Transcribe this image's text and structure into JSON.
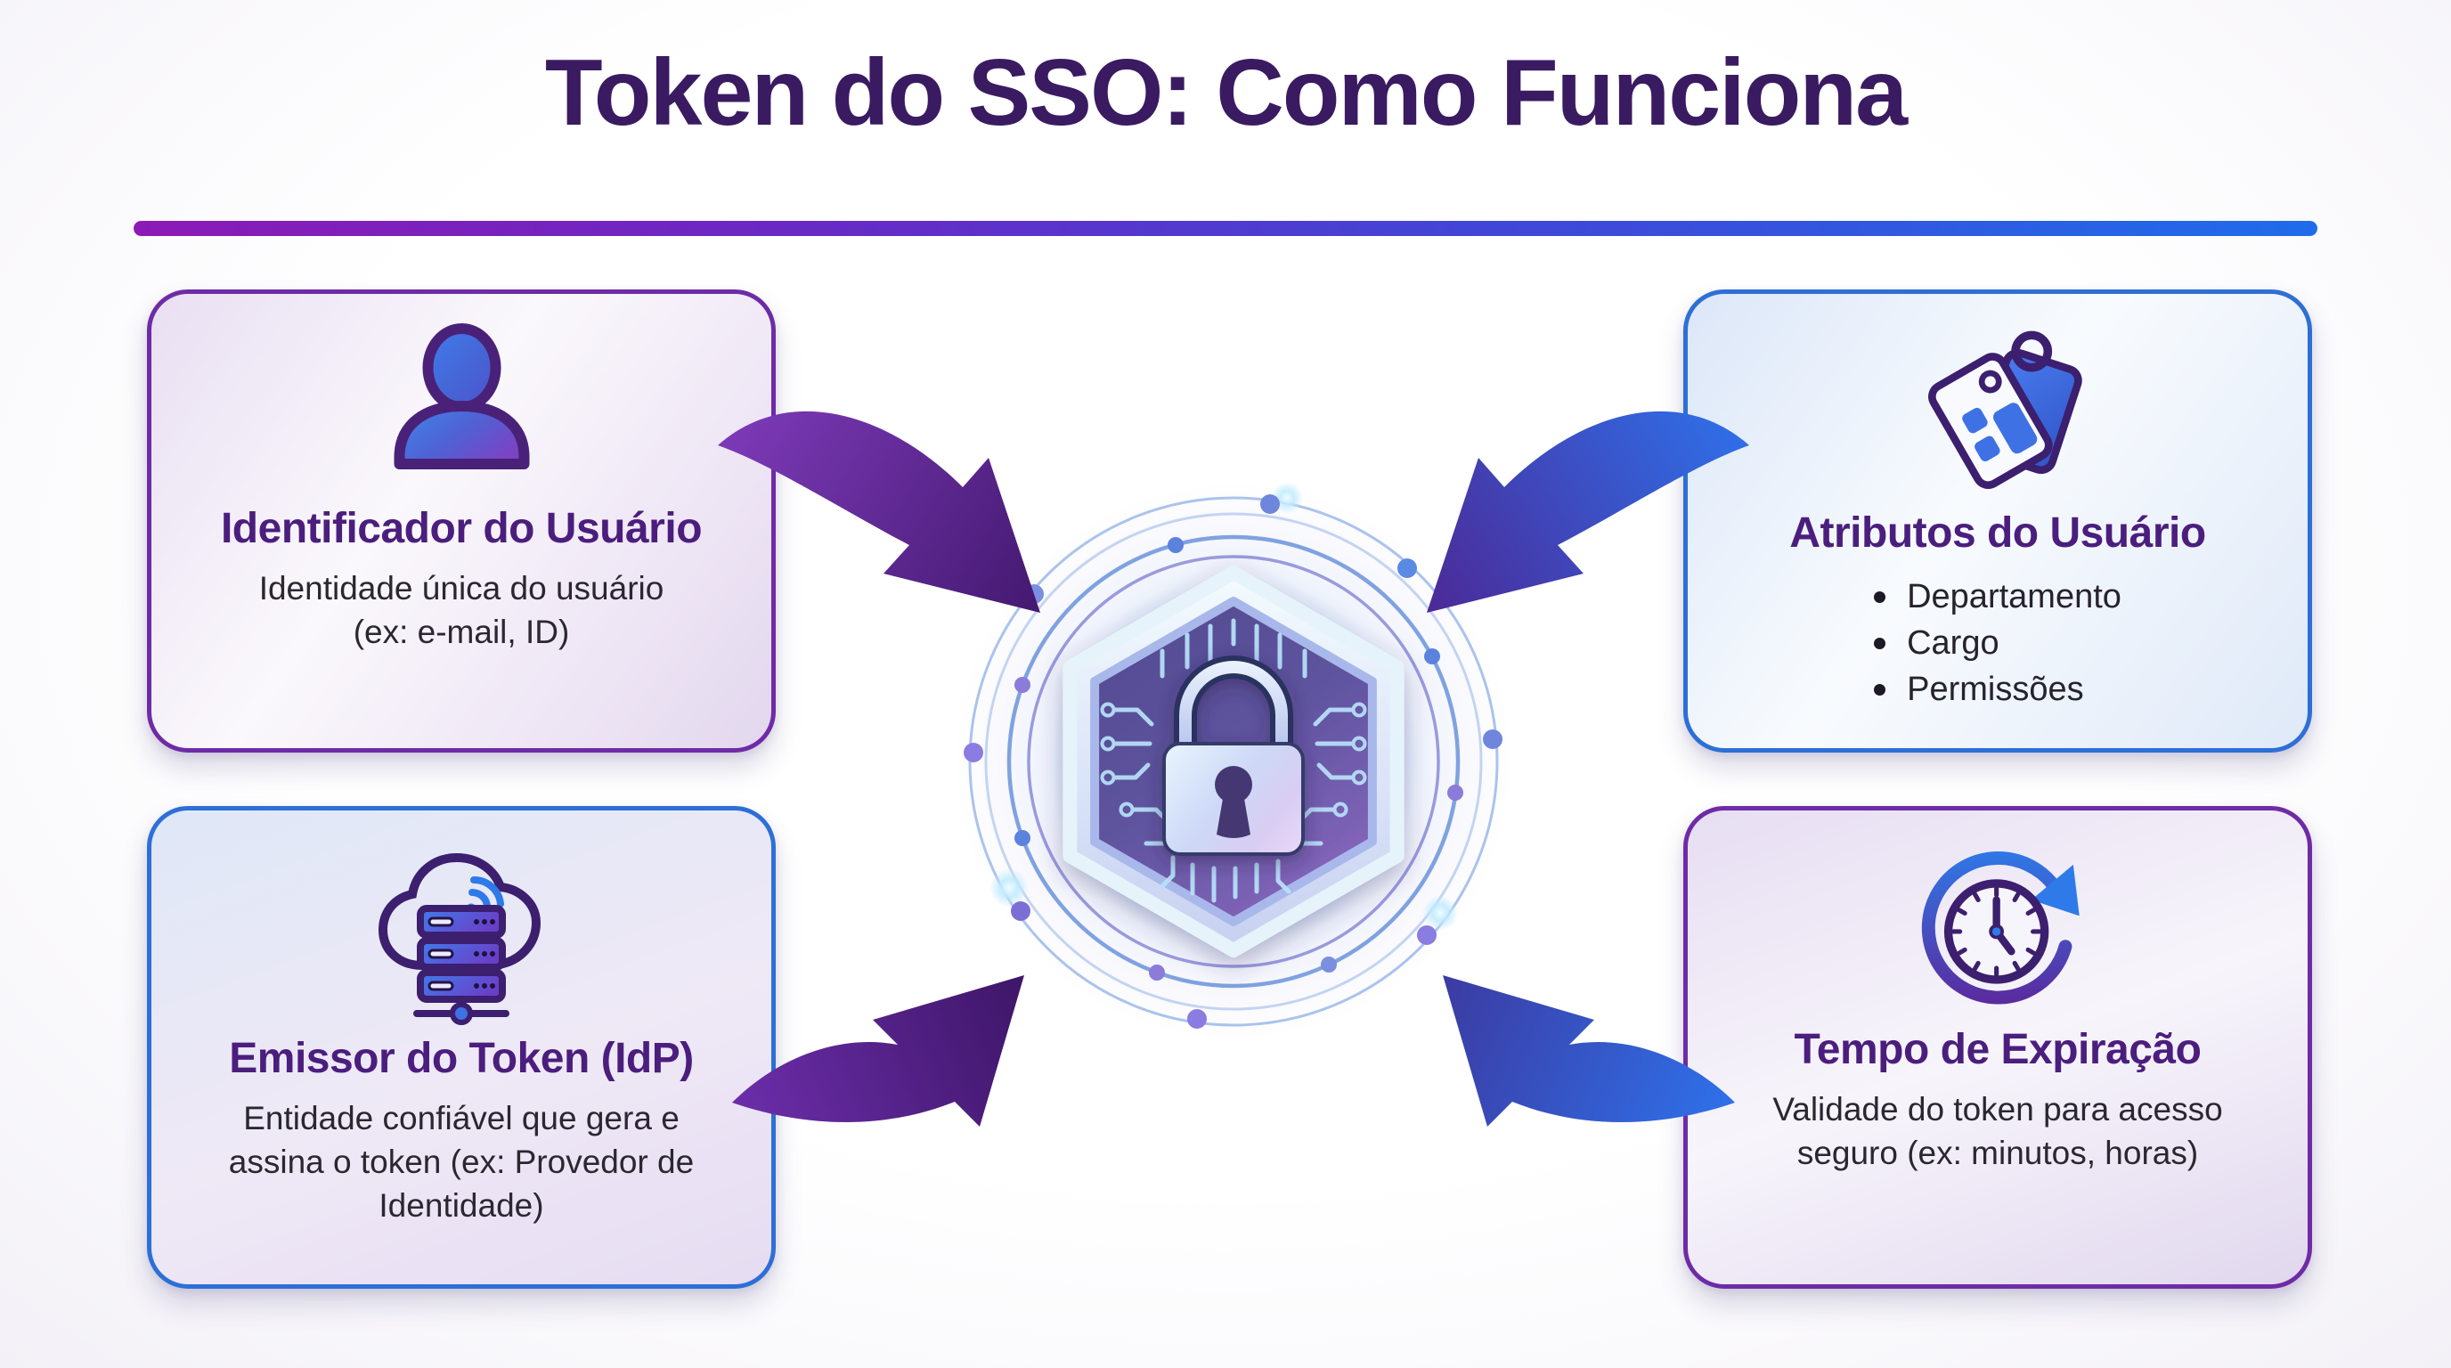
{
  "title": "Token do SSO: Como Funciona",
  "palette": {
    "title_color": "#3A1B62",
    "heading_color": "#4B1E7E",
    "body_text_color": "#2B2731",
    "purple_card_border": "#6E2BA6",
    "blue_card_border": "#2D6FD6",
    "divider_gradient_start": "#8C1AB5",
    "divider_gradient_end": "#1F6CEB",
    "arrow_purple": "#5B2592",
    "arrow_blue": "#2F6FE8"
  },
  "cards": [
    {
      "id": "user-identifier",
      "icon": "user-icon",
      "title": "Identificador do Usuário",
      "lines": [
        "Identidade única do usuário",
        "(ex: e-mail, ID)"
      ]
    },
    {
      "id": "user-attributes",
      "icon": "tags-icon",
      "title": "Atributos do Usuário",
      "bullets": [
        "Departamento",
        "Cargo",
        "Permissões"
      ]
    },
    {
      "id": "token-issuer",
      "icon": "cloud-server-icon",
      "title": "Emissor do Token (IdP)",
      "lines": [
        "Entidade confiável que gera e",
        "assina o token (ex: Provedor de",
        "Identidade)"
      ]
    },
    {
      "id": "expiration-time",
      "icon": "clock-refresh-icon",
      "title": "Tempo de Expiração",
      "lines": [
        "Validade do token para acesso",
        "seguro (ex: minutos, horas)"
      ]
    }
  ],
  "center": {
    "icon": "circuit-lock-token-icon"
  }
}
